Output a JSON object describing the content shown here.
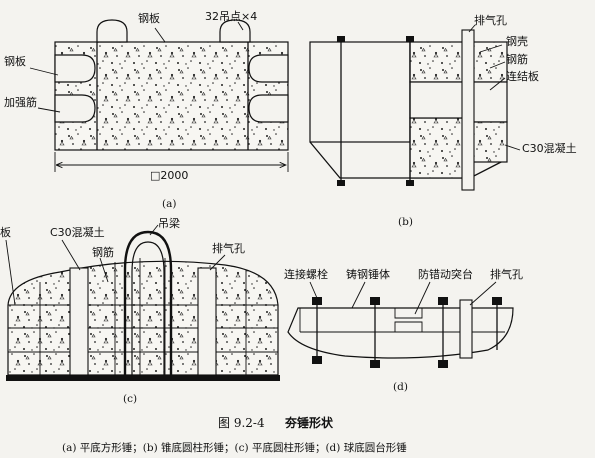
{
  "panels": {
    "a": {
      "tag": "(a)",
      "steel_plate_top": "钢板",
      "lifting_points": "32吊点×4",
      "steel_plate_left": "钢板",
      "stiffener": "加强筋",
      "dimension": "□2000"
    },
    "b": {
      "tag": "(b)",
      "vent_hole": "排气孔",
      "steel_shell": "钢壳",
      "rebar": "钢筋",
      "connecting_plate": "连结板",
      "concrete": "C30混凝土"
    },
    "c": {
      "tag": "(c)",
      "plate_partial": "板",
      "concrete": "C30混凝土",
      "rebar": "钢筋",
      "lifting_beam": "吊梁",
      "vent_hole": "排气孔"
    },
    "d": {
      "tag": "(d)",
      "connecting_bolt": "连接螺栓",
      "cast_steel_body": "铸钢锤体",
      "anti_dislocation": "防错动突台",
      "vent_hole": "排气孔"
    }
  },
  "caption": {
    "figure_number": "图 9.2-4",
    "title": "夯锤形状",
    "subcaption": "(a) 平底方形锤；(b) 锥底圆柱形锤；(c) 平底圆柱形锤；(d) 球底圆台形锤"
  }
}
